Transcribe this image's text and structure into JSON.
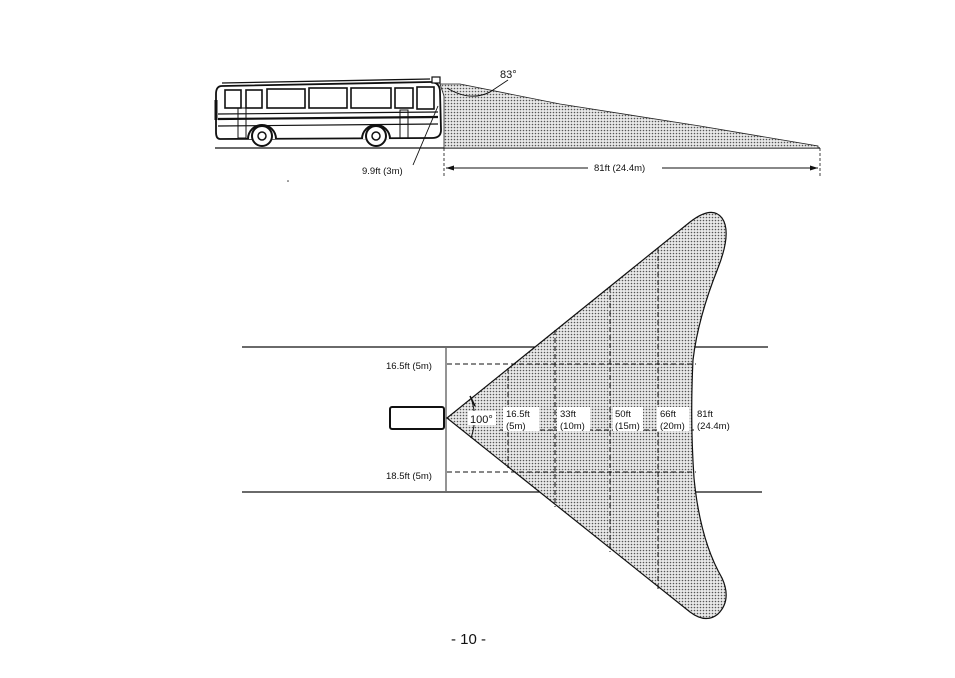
{
  "side_view": {
    "angle_label": "83°",
    "bus_height_label": "9.9ft (3m)",
    "range_label": "81ft (24.4m)"
  },
  "top_view": {
    "angle_label": "100°",
    "lateral_upper_label": "16.5ft (5m)",
    "lateral_lower_label": "18.5ft (5m)",
    "distances": [
      {
        "ft": "16.5ft",
        "m": "(5m)"
      },
      {
        "ft": "33ft",
        "m": "(10m)"
      },
      {
        "ft": "50ft",
        "m": "(15m)"
      },
      {
        "ft": "66ft",
        "m": "(20m)"
      },
      {
        "ft": "81ft",
        "m": "(24.4m)"
      }
    ]
  },
  "page_number": "- 10 -"
}
